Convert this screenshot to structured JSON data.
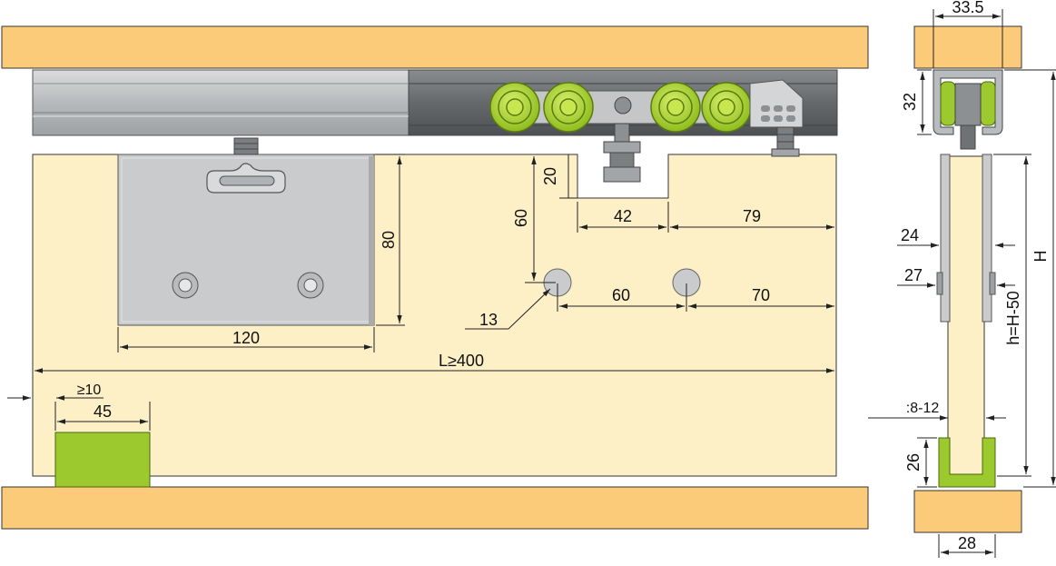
{
  "colors": {
    "wood": "#fccb7a",
    "panel": "#fdefc6",
    "rail": "#bfc2c4",
    "rail_dark": "#6f7275",
    "roller": "#a6d12b",
    "plate": "#c9cbcc",
    "stop": "#9cc92e",
    "line": "#333333"
  },
  "front_view": {
    "plate_width": "120",
    "plate_height": "80",
    "notch_depth": "20",
    "notch_width": "42",
    "notch_to_edge": "79",
    "hole_height": "60",
    "hole_diameter": "13",
    "hole_spacing": "60",
    "hole_to_edge": "70",
    "door_length": "L≥400",
    "stop_gap": "≥10",
    "stop_width": "45"
  },
  "side_view": {
    "rail_width": "33.5",
    "rail_height": "32",
    "fixing_24": "24",
    "fixing_27": "27",
    "total_height": "H",
    "door_height": "h=H-50",
    "gap": ":8-12",
    "guide_height": "26",
    "guide_width": "28"
  }
}
